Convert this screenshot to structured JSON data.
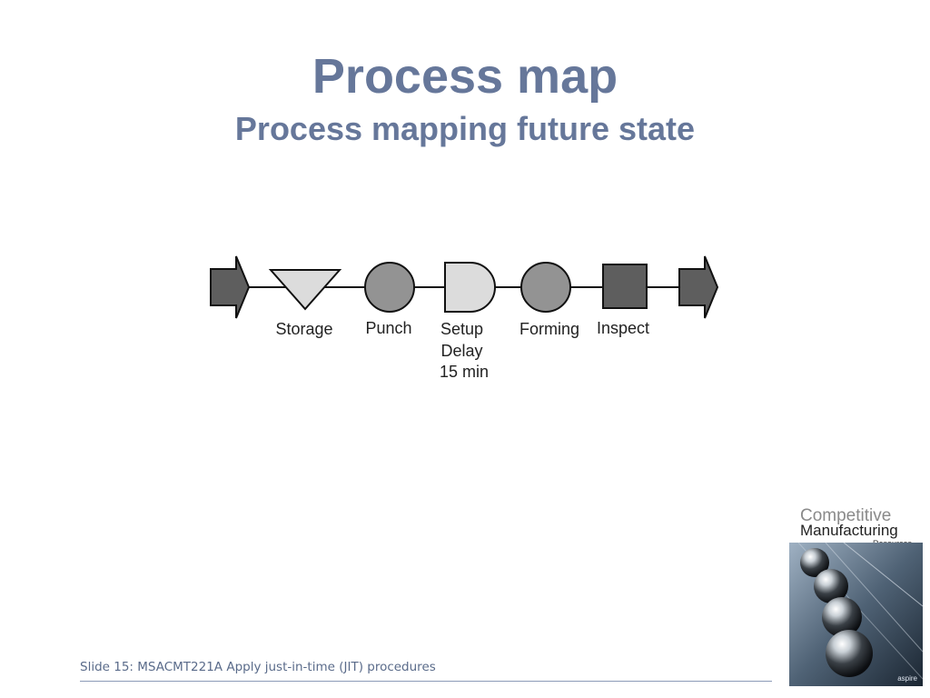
{
  "slide": {
    "title": "Process map",
    "subtitle": "Process mapping future state",
    "footer": "Slide 15: MSACMT221A Apply just-in-time (JIT) procedures"
  },
  "process_map": {
    "steps": [
      {
        "symbol": "arrow-in",
        "label": ""
      },
      {
        "symbol": "triangle",
        "label": "Storage"
      },
      {
        "symbol": "circle",
        "label": "Punch"
      },
      {
        "symbol": "d-shape",
        "label_lines": [
          "Setup",
          "Delay",
          "15 min"
        ]
      },
      {
        "symbol": "circle",
        "label": "Forming"
      },
      {
        "symbol": "square",
        "label": "Inspect"
      },
      {
        "symbol": "arrow-out",
        "label": ""
      }
    ],
    "colors": {
      "dark": "#5e5e5e",
      "medium": "#939393",
      "light": "#dcdcdc",
      "line": "#111111"
    }
  },
  "cover": {
    "line1": "Competitive",
    "line2": "Manufacturing",
    "line3": "Resources",
    "brand": "aspire"
  },
  "colors": {
    "title": "#66779a",
    "footer": "#5a6b8a",
    "rule": "#8c9bb8"
  }
}
